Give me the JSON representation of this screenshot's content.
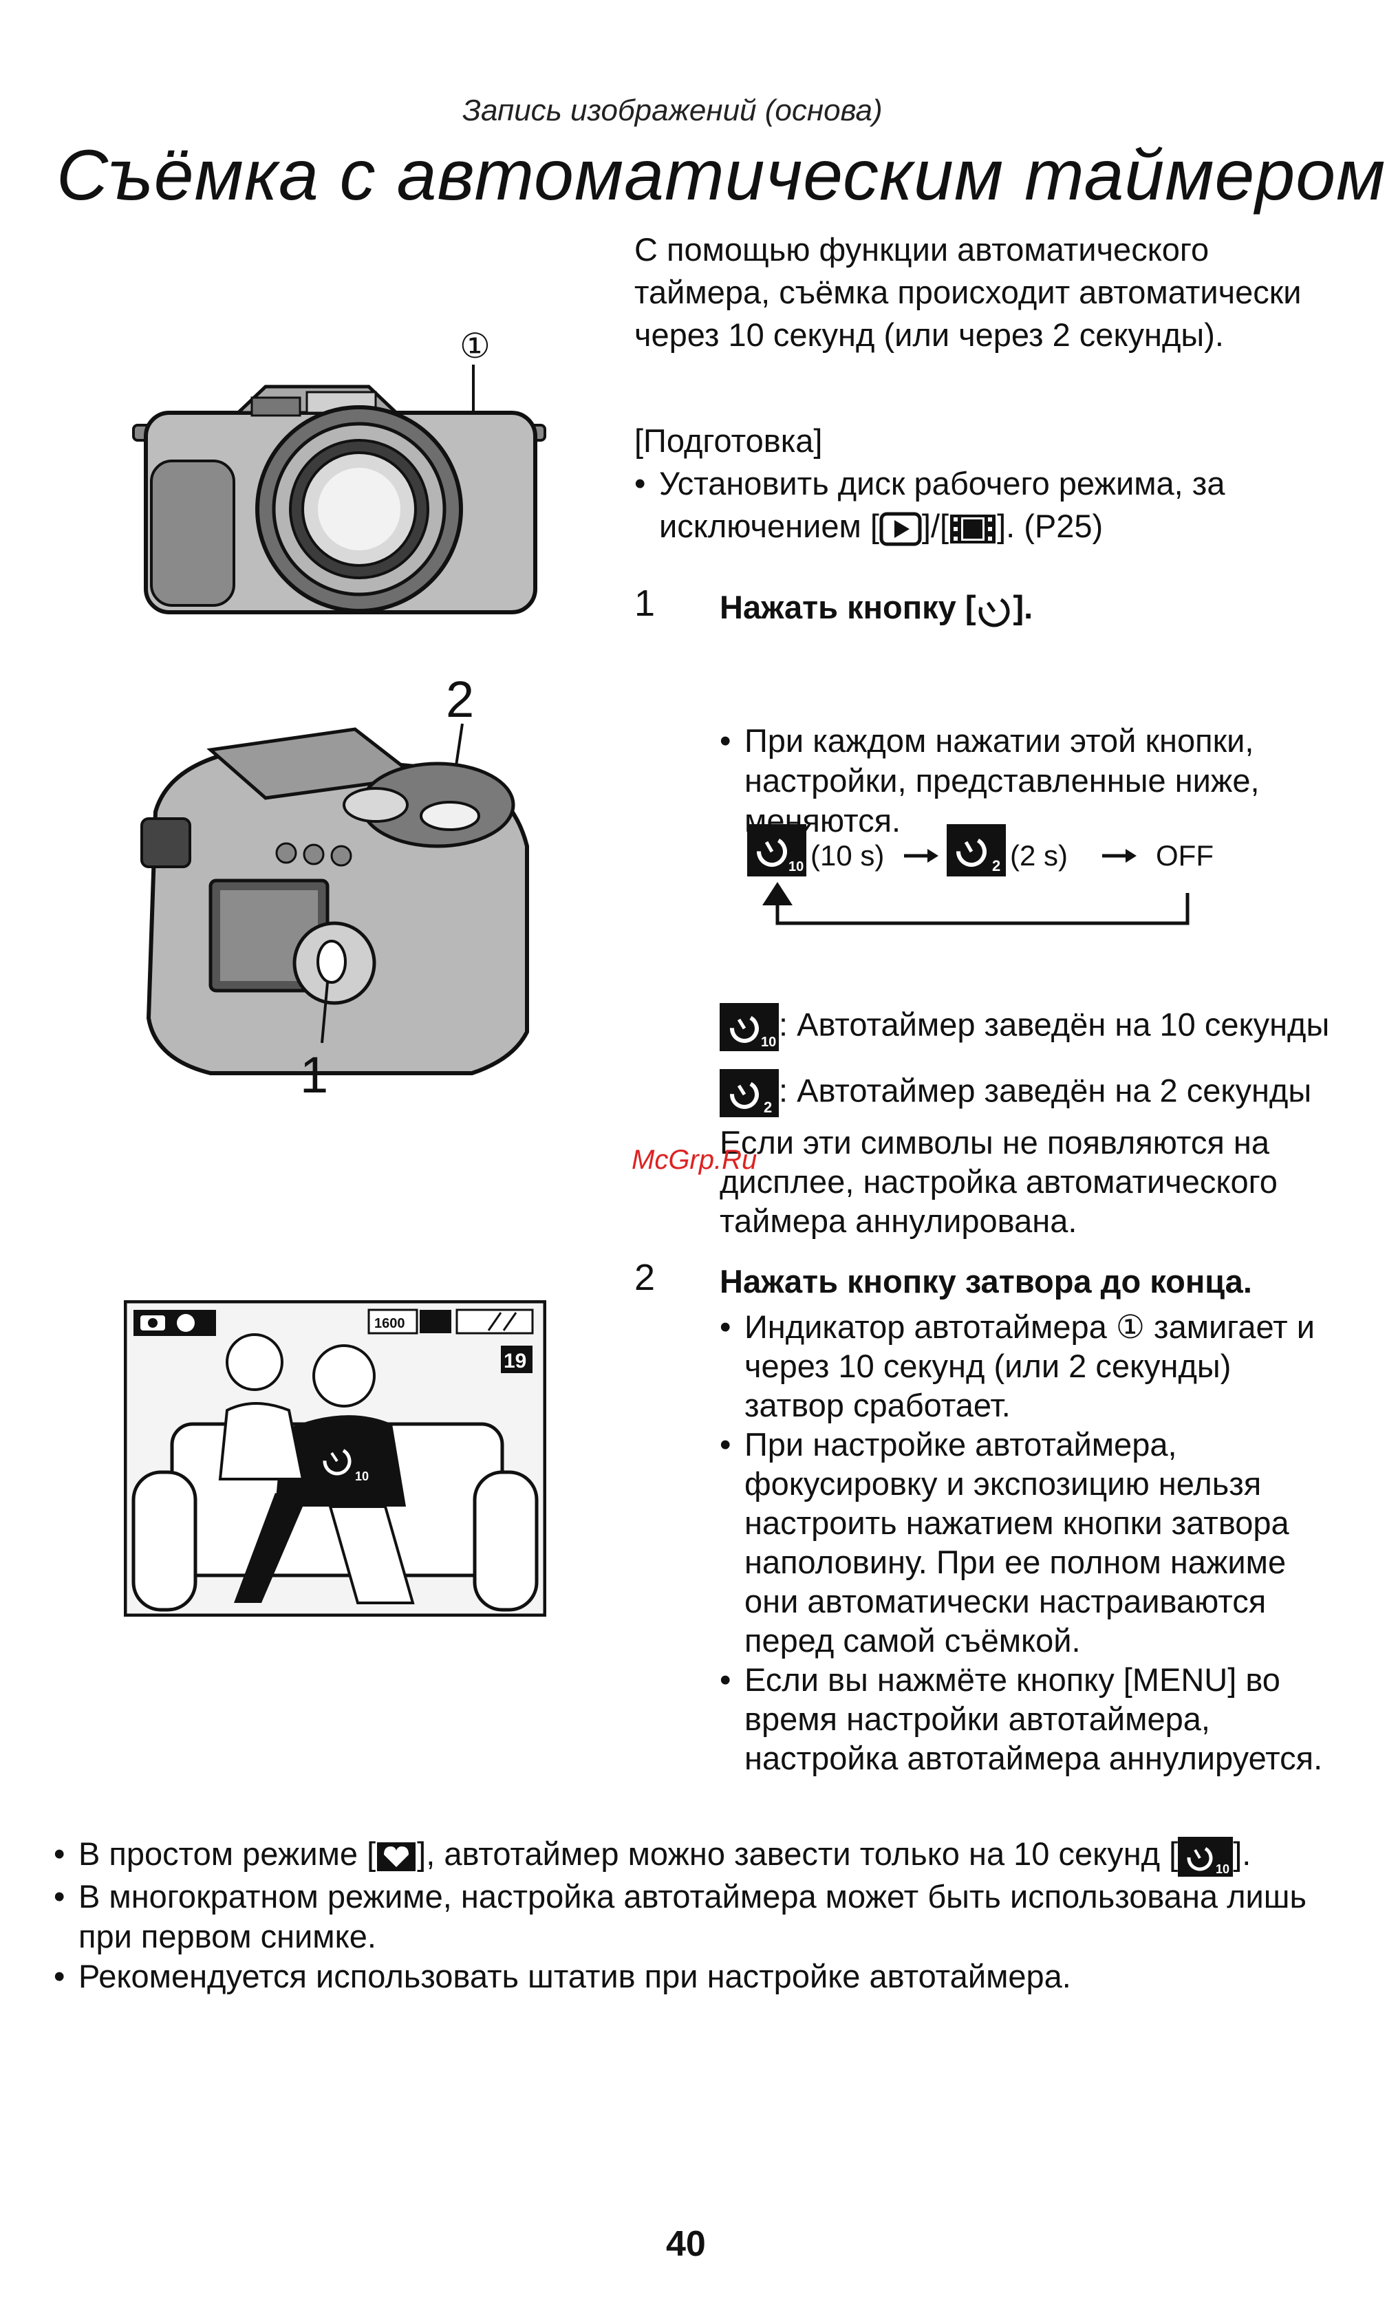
{
  "header": {
    "section": "Запись изображений (основа)",
    "title": "Съёмка с автоматическим таймером"
  },
  "intro": "С помощью функции автоматического таймера, съёмка происходит автоматически через 10 секунд (или через 2 секунды).",
  "prep": {
    "heading": "[Подготовка]",
    "bullet_a": "Установить диск рабочего режима, за",
    "bullet_b": "исключением [",
    "bullet_c": "]/[",
    "bullet_d": "]. (P25)"
  },
  "step1": {
    "number": "1",
    "title_a": "Нажать кнопку [",
    "title_b": "].",
    "bullet": "При каждом нажатии этой кнопки, настройки, представленные ниже, меняются."
  },
  "cycle": {
    "label_10": "(10 s)",
    "label_2": "(2 s)",
    "off": "OFF",
    "sub_10": "10",
    "sub_2": "2"
  },
  "legend": {
    "desc_10": ": Автотаймер заведён на 10 секунды",
    "desc_2": ": Автотаймер заведён на 2 секунды",
    "note": "Если эти символы не появляются на дисплее, настройка автоматического таймера аннулирована."
  },
  "step2": {
    "number": "2",
    "title": "Нажать кнопку затвора до конца.",
    "bullet1_a": "Индикатор автотаймера",
    "bullet1_b": "замигает и через 10 секунд (или 2 секунды) затвор сработает.",
    "bullet2": "При настройке автотаймера, фокусировку и экспозицию нельзя настроить нажатием кнопки затвора наполовину. При ее полном нажиме они автоматически настраиваются перед самой съёмкой.",
    "bullet3": "Если вы нажмёте кнопку [MENU] во время настройки автотаймера, настройка автотаймера аннулируется."
  },
  "figures": {
    "callout_indicator": "①",
    "callout_shutter": "2",
    "callout_button": "1",
    "lcd_resolution": "1600",
    "lcd_shots": "19",
    "lcd_timer_sub": "10"
  },
  "notes": {
    "note1_a": "В простом режиме [",
    "note1_b": "], автотаймер можно завести только на 10 секунд [",
    "note1_c": "].",
    "note2": "В многократном режиме, настройка автотаймера может быть использована лишь при первом снимке.",
    "note3": "Рекомендуется использовать штатив при настройке автотаймера."
  },
  "watermark": "McGrp.Ru",
  "page_number": "40"
}
